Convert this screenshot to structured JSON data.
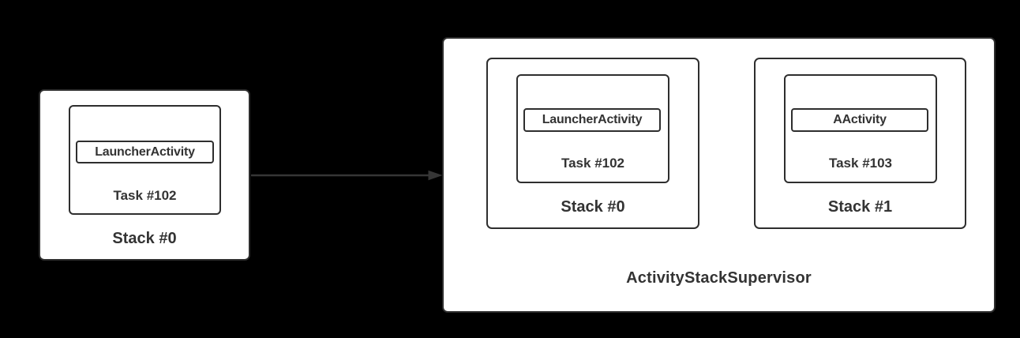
{
  "colors": {
    "background": "#000000",
    "box_fill": "#ffffff",
    "box_border": "#2e2e2e",
    "text": "#333333",
    "arrow": "#363636"
  },
  "diagram": {
    "before": {
      "stack": {
        "label": "Stack #0",
        "task": {
          "label": "Task #102",
          "activity": "LauncherActivity"
        }
      }
    },
    "arrow": {
      "direction": "right"
    },
    "after": {
      "label": "ActivityStackSupervisor",
      "stacks": [
        {
          "label": "Stack #0",
          "task": {
            "label": "Task #102",
            "activity": "LauncherActivity"
          }
        },
        {
          "label": "Stack #1",
          "task": {
            "label": "Task #103",
            "activity": "AActivity"
          }
        }
      ]
    }
  }
}
